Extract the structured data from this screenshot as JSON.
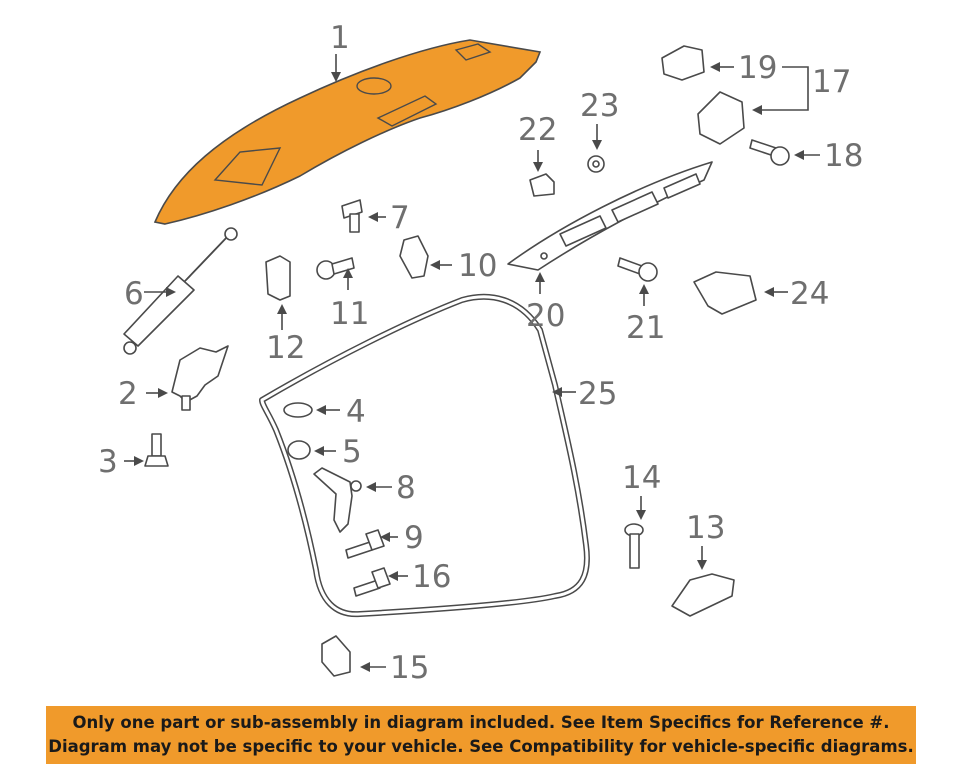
{
  "colors": {
    "highlight": "#f09a2b",
    "part_stroke": "#4a4a4a",
    "callout_text": "#6f6f6f",
    "notice_background": "#f09a2b"
  },
  "callouts": {
    "c1": "1",
    "c2": "2",
    "c3": "3",
    "c4": "4",
    "c5": "5",
    "c6": "6",
    "c7": "7",
    "c8": "8",
    "c9": "9",
    "c10": "10",
    "c11": "11",
    "c12": "12",
    "c13": "13",
    "c14": "14",
    "c15": "15",
    "c16": "16",
    "c17": "17",
    "c18": "18",
    "c19": "19",
    "c20": "20",
    "c21": "21",
    "c22": "22",
    "c23": "23",
    "c24": "24",
    "c25": "25"
  },
  "highlighted_part": "1",
  "notice": {
    "line1": "Only one part or sub-assembly in diagram included. See Item Specifics for Reference #.",
    "line2": "Diagram may not be specific to your vehicle. See Compatibility for vehicle-specific diagrams."
  }
}
